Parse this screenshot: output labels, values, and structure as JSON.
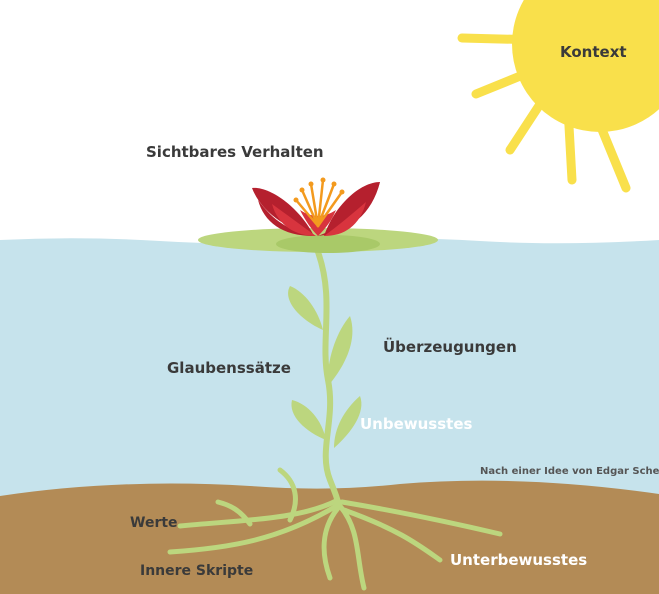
{
  "labels": {
    "kontext": "Kontext",
    "sichtbares_verhalten": "Sichtbares Verhalten",
    "glaubenssaetze": "Glaubenssätze",
    "ueberzeugungen": "Überzeugungen",
    "unbewusstes": "Unbewusstes",
    "credit": "Nach einer Idee von Edgar Schein",
    "werte": "Werte",
    "innere_skripte": "Innere Skripte",
    "unterbewusstes": "Unterbewusstes"
  },
  "colors": {
    "sky": "#ffffff",
    "sun": "#f9e04b",
    "water": "#c6e3ec",
    "soil": "#b38b56",
    "plant": "#bcd67e",
    "lily_pad": "#a9c968",
    "flower_dark": "#b5202e",
    "flower_light": "#d8343e",
    "stamen": "#f39a1e",
    "text_dark": "#3a3a3a",
    "text_light": "#ffffff"
  },
  "icons": {
    "sun": "sun-icon",
    "flower": "water-lily-icon",
    "plant": "plant-stem-icon",
    "roots": "roots-icon"
  }
}
